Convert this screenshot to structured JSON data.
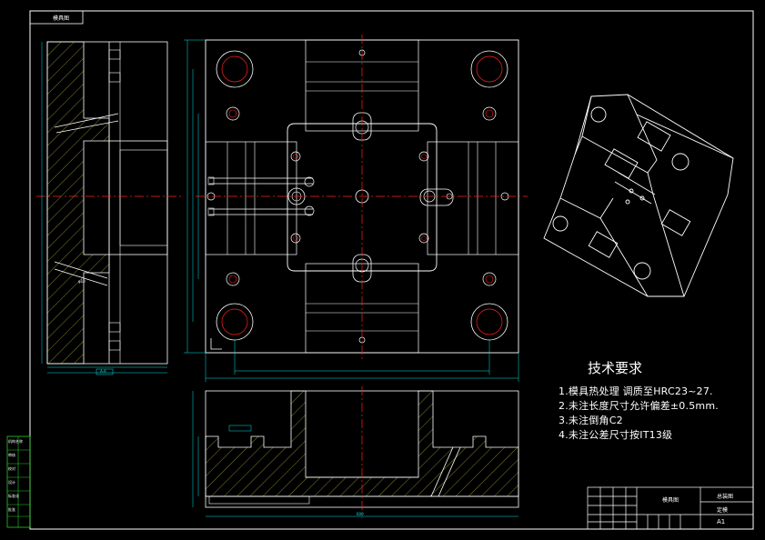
{
  "drawing": {
    "top_left_box_text": "模具图",
    "sheet_size": "A1",
    "title_block_name": "模具图",
    "title_block_drawing_no": "总装图",
    "title_block_label": "定模",
    "left_strip_labels": [
      "机构名称",
      "审核",
      "校对",
      "设计",
      "标准化",
      "批准"
    ]
  },
  "technical_requirements": {
    "title": "技术要求",
    "items": [
      "1.模具热处理  调质至HRC23~27.",
      "2.未注长度尺寸允许偏差±0.5mm.",
      "3.未注倒角C2",
      "4.未注公差尺寸按IT13级"
    ]
  },
  "annotation_labels": {
    "section_label_left": "A-A",
    "leader_label": "φ10",
    "dim_label_bottom": "600"
  },
  "colors": {
    "background": "#000000",
    "outline": "#ffffff",
    "centerline": "#ff2020",
    "dimension": "#00e5e5",
    "hatch": "#d8d84a",
    "border": "#ffffff",
    "strip": "#22cc22"
  }
}
